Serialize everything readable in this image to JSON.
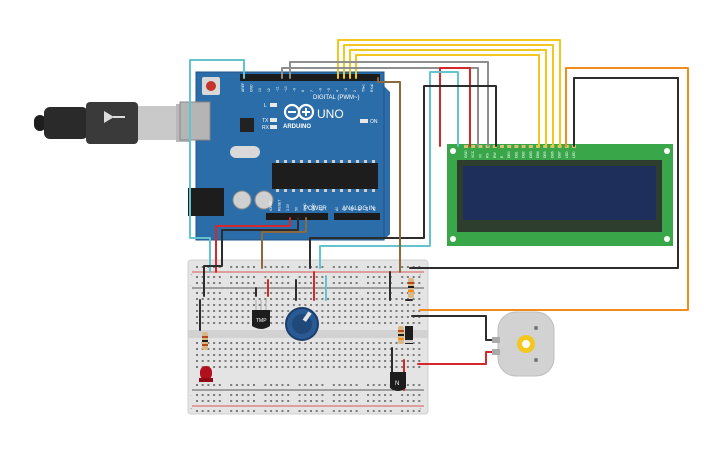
{
  "arduino": {
    "model": "UNO",
    "brand": "ARDUINO",
    "on_label": "ON",
    "digital_header_label": "DIGITAL (PWM~)",
    "power_label": "POWER",
    "analog_label": "ANALOG IN",
    "tx_label": "TX",
    "rx_label": "RX",
    "l_label": "L",
    "top_pins": [
      "AREF",
      "GND",
      "13",
      "12",
      "~11",
      "~10",
      "~9",
      "8",
      "7",
      "~6",
      "~5",
      "4",
      "~3",
      "2",
      "TX▸1",
      "RX◂0"
    ],
    "power_pins": [
      "IOREF",
      "RESET",
      "3.3V",
      "5V",
      "GND",
      "GND",
      "Vin"
    ],
    "analog_pins": [
      "A0",
      "A1",
      "A2",
      "A3",
      "A4",
      "A5"
    ]
  },
  "lcd": {
    "pin_labels": [
      "GND",
      "VCC",
      "V0",
      "RS",
      "RW",
      "E",
      "DB0",
      "DB1",
      "DB2",
      "DB3",
      "DB4",
      "DB5",
      "DB6",
      "DB7",
      "LED",
      "LED"
    ]
  },
  "breadboard": {
    "rail_plus": "+",
    "rail_minus": "-"
  },
  "components": {
    "temp_sensor_label": "TMP",
    "transistor_label": "N"
  },
  "colors": {
    "board": "#2b6da8",
    "board_dark": "#1f5487",
    "lcd_green": "#3aa64a",
    "lcd_screen": "#1f2f5c",
    "wire_black": "#2c2c2c",
    "wire_red": "#d4282b",
    "wire_yellow": "#f2c81f",
    "wire_cyan": "#63c3cf",
    "wire_gray": "#8e8e8e",
    "wire_brown": "#8b6a3e",
    "wire_orange": "#f08c1c"
  }
}
